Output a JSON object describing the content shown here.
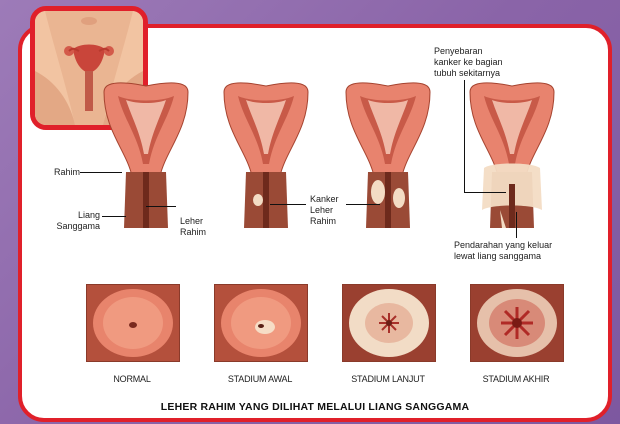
{
  "labels": {
    "rahim": "Rahim",
    "liang": "Liang\nSanggama",
    "leher_rahim": "Leher\nRahim",
    "kanker": "Kanker\nLeher\nRahim",
    "penyebaran": "Penyebaran\nkanker ke bagian\ntubuh sekitarnya",
    "pendarahan": "Pendarahan yang keluar\nlewat liang sanggama"
  },
  "stages": [
    "NORMAL",
    "STADIUM AWAL",
    "STADIUM LANJUT",
    "STADIUM AKHIR"
  ],
  "caption": "LEHER RAHIM YANG DILIHAT MELALUI LIANG SANGGAMA",
  "colors": {
    "frame": "#e0202a",
    "background": "#8a64a8",
    "tissue": "#e8836e",
    "tissue_dark": "#a5432f",
    "cervix": "#9a4a36",
    "cancer": "#f3dcc4"
  }
}
